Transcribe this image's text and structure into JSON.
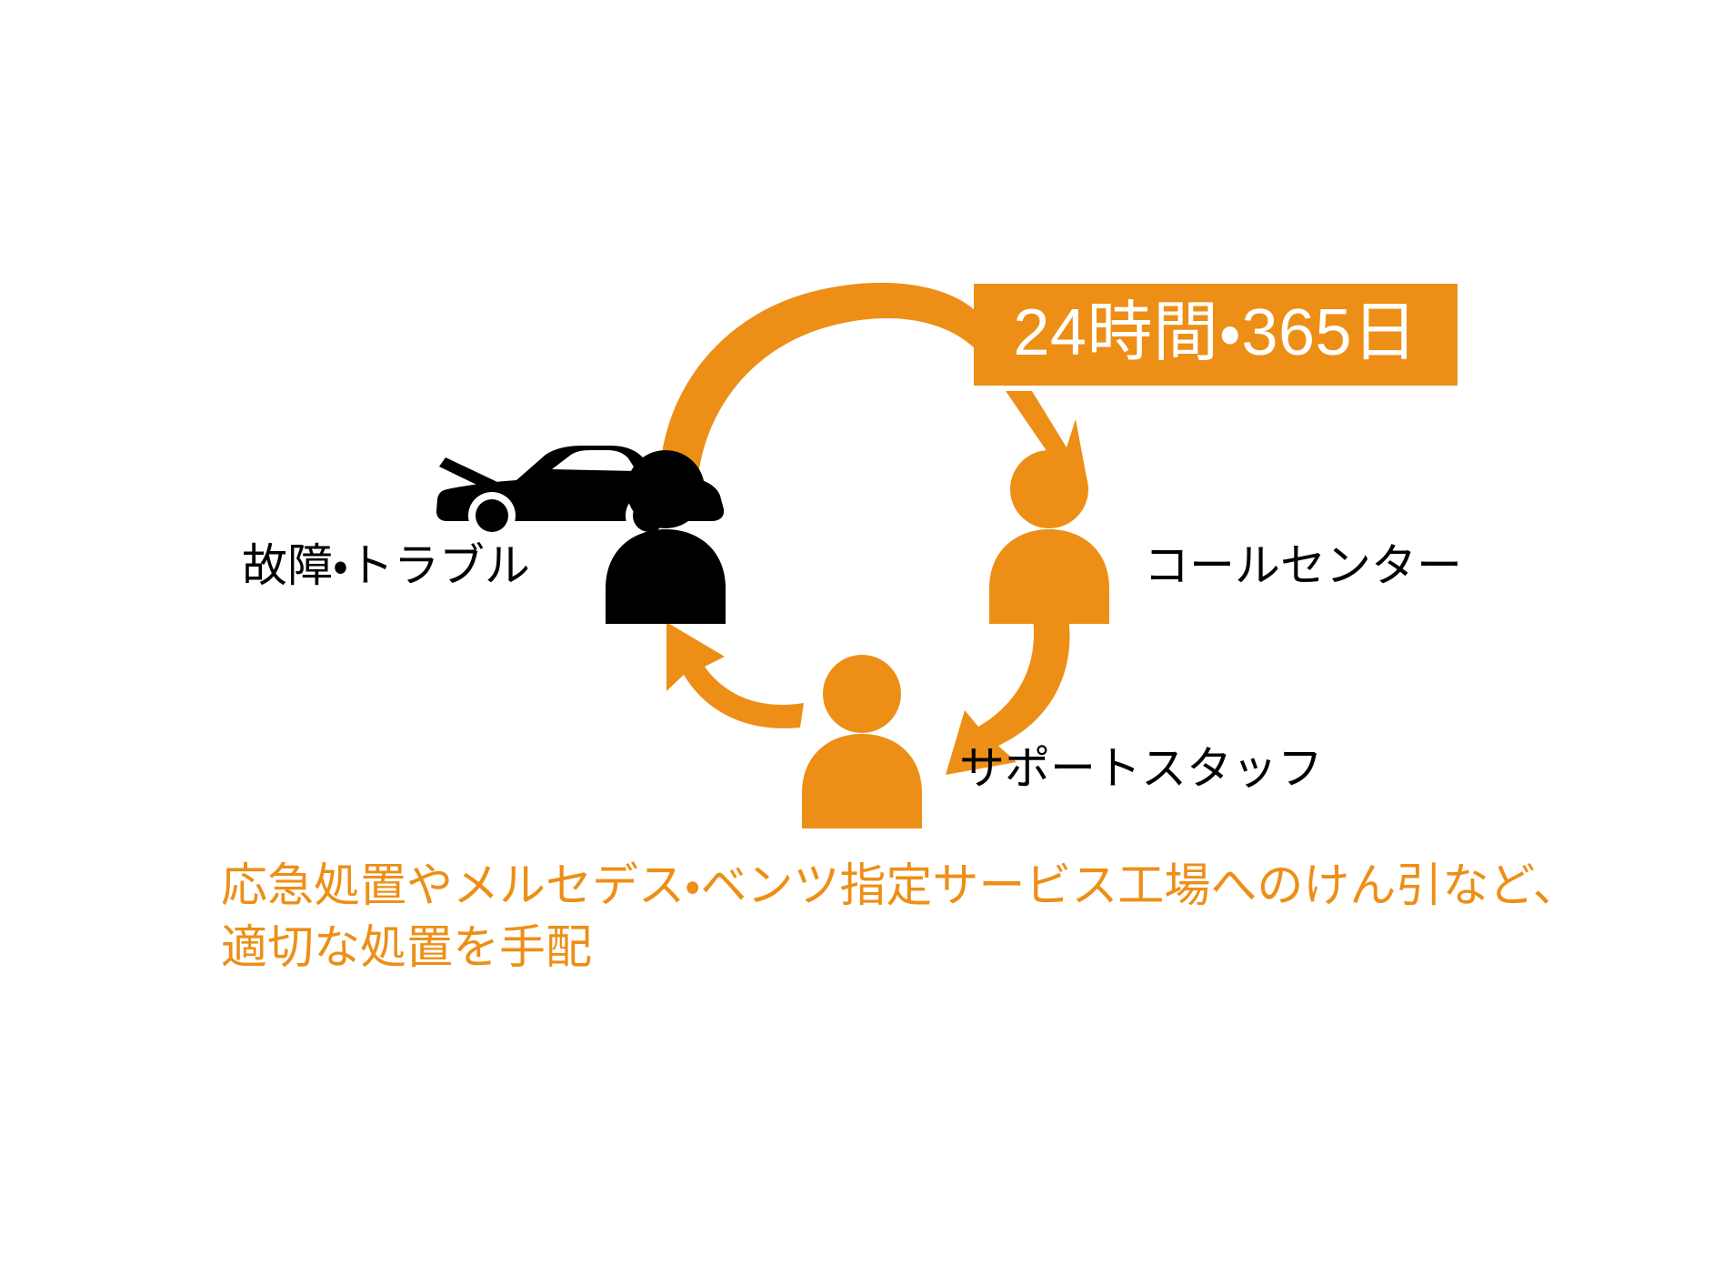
{
  "page": {
    "background_color": "#FFFFFF",
    "accent_color": "#ED8F17",
    "text_color": "#000000"
  },
  "banner": {
    "label": "24時間・365日",
    "background_color": "#ED8F17",
    "text_color": "#FFFFFF"
  },
  "nodes": [
    {
      "id": "trouble",
      "label": "故障・トラブル",
      "icon": "broken-car-icon",
      "person_icon": "person-icon",
      "color": "#000000"
    },
    {
      "id": "call-center",
      "label": "コールセンター",
      "person_icon": "person-icon",
      "color": "#ED8F17"
    },
    {
      "id": "support-staff",
      "label": "サポートスタッフ",
      "person_icon": "person-icon",
      "color": "#ED8F17"
    }
  ],
  "flow_arrows": [
    {
      "id": "trouble-to-banner",
      "from": "trouble",
      "to": "banner",
      "style": "curved-arc",
      "color": "#ED8F17"
    },
    {
      "id": "banner-to-call-center",
      "from": "banner",
      "to": "call-center",
      "style": "straight-arrow",
      "color": "#ED8F17"
    },
    {
      "id": "call-center-to-support",
      "from": "call-center",
      "to": "support-staff",
      "style": "curved-arrow",
      "color": "#ED8F17"
    },
    {
      "id": "support-to-trouble",
      "from": "support-staff",
      "to": "trouble",
      "style": "curved-arrow",
      "color": "#ED8F17"
    }
  ],
  "caption": {
    "line1": "応急処置やメルセデス・ベンツ指定サービス工場へのけん引など、",
    "line2": "適切な処置を手配",
    "color": "#ED8F17"
  }
}
